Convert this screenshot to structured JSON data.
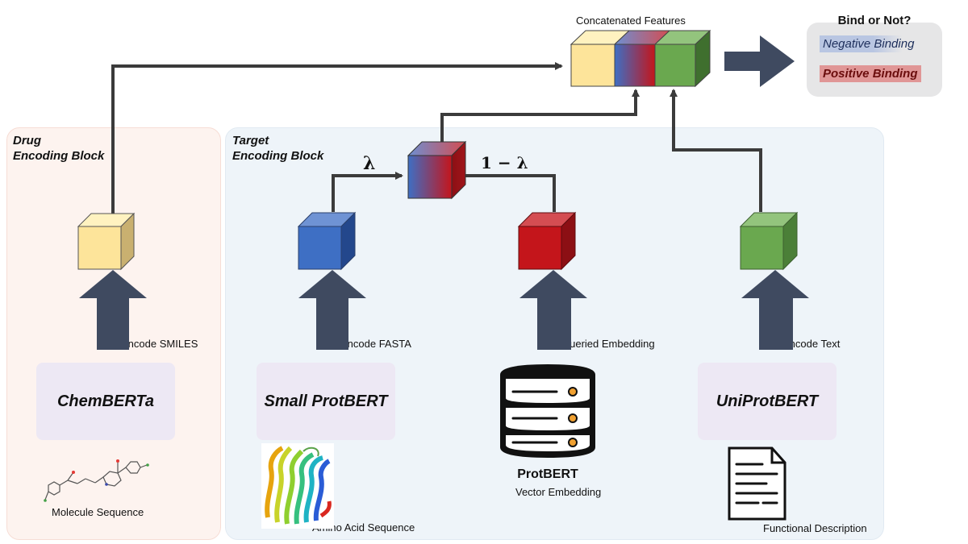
{
  "concat": {
    "title": "Concatenated Features"
  },
  "output": {
    "title": "Bind or Not?",
    "negative": "Negative Binding",
    "positive": "Positive Binding",
    "negative_color": "#b9c6e2",
    "positive_color": "#e09696"
  },
  "drug": {
    "title_line1": "Drug",
    "title_line2": "Encoding Block",
    "model": "ChemBERTa",
    "encode_label": "Encode SMILES",
    "input_label": "Molecule Sequence",
    "cube_color": "#fde49a"
  },
  "target": {
    "title_line1": "Target",
    "title_line2": "Encoding Block",
    "lambda": "λ",
    "one_minus_lambda": "1 − λ",
    "fasta": {
      "model": "Small ProtBERT",
      "encode_label": "Encode FASTA",
      "input_label": "Amino Acid Sequence",
      "cube_color": "#3e6fc4"
    },
    "db": {
      "encode_label": "Queried Embedding",
      "name": "ProtBERT",
      "subtitle": "Vector Embedding",
      "cube_color": "#c4151b"
    },
    "text": {
      "model": "UniProtBERT",
      "encode_label": "Encode Text",
      "input_label": "Functional Description",
      "cube_color": "#6aa84f"
    }
  }
}
